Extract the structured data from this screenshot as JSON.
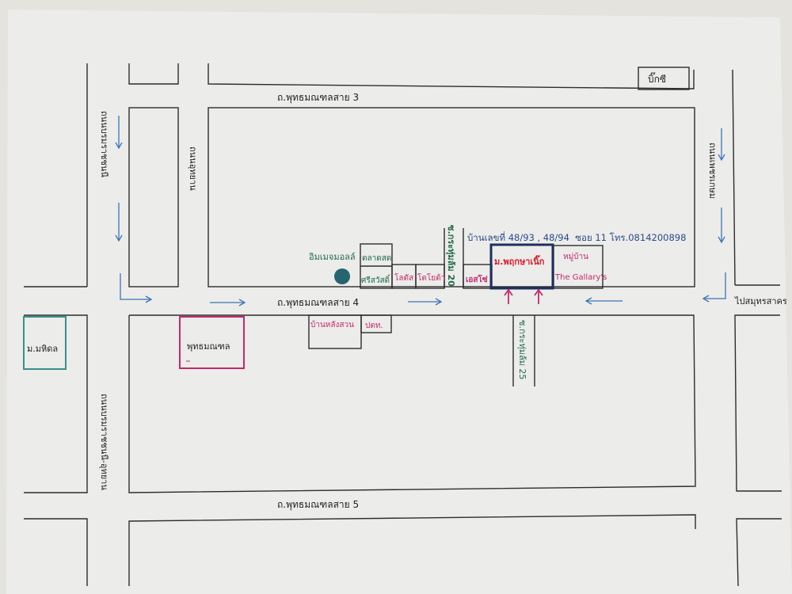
{
  "roads": {
    "sai3": "ถ.พุทธมณฑลสาย 3",
    "sai4": "ถ.พุทธมณฑลสาย 4",
    "sai5": "ถ.พุทธมณฑลสาย 5",
    "left_vertical": "ถนนบรมราชชนนี",
    "lower_left_vertical": "ถนนบรมราชชนนี-อุทยาน",
    "inner_vertical": "ถนนอุทยาน",
    "right_vertical": "ถนนเพชรเกษม",
    "soi20": "ซ.กระทุ่มล้ม 20",
    "soi25": "ซ.กระทุ่มล้ม 25",
    "to_samut_sakhon": "ไปสมุทรสาคร"
  },
  "places": {
    "big_c": "บิ๊กซี",
    "mahidol": "ม.มหิดล",
    "phutthamonthon": "พุทธมณฑล",
    "mall": "อิมเมจมอลล์",
    "fresh_market": "ตลาดสด",
    "srisawat": "ศรีสวัสดิ์",
    "lotus": "โลตัส",
    "toyota": "โตโยต้า",
    "es_oh": "เอสโซ่",
    "target": "ม.พฤกษาเนิ๊ก",
    "village_label": "หมู่บ้าน",
    "gallery": "The Gallary's",
    "ban_lang_suan": "บ้านหลังสวน",
    "ptt": "ปตท."
  },
  "address": "บ้านเลขที่ 48/93 , 48/94  ซอย 11 โทร.0814200898",
  "colors": {
    "line": "#2d2d2d",
    "green_text": "#1f6b4a",
    "magenta": "#c4286e",
    "blue_arrow": "#3b74b8",
    "teal_box": "#3a8f8a",
    "target_border": "#1e2f5f",
    "target_text": "#d81a2a",
    "mall_dot": "#24656f"
  }
}
